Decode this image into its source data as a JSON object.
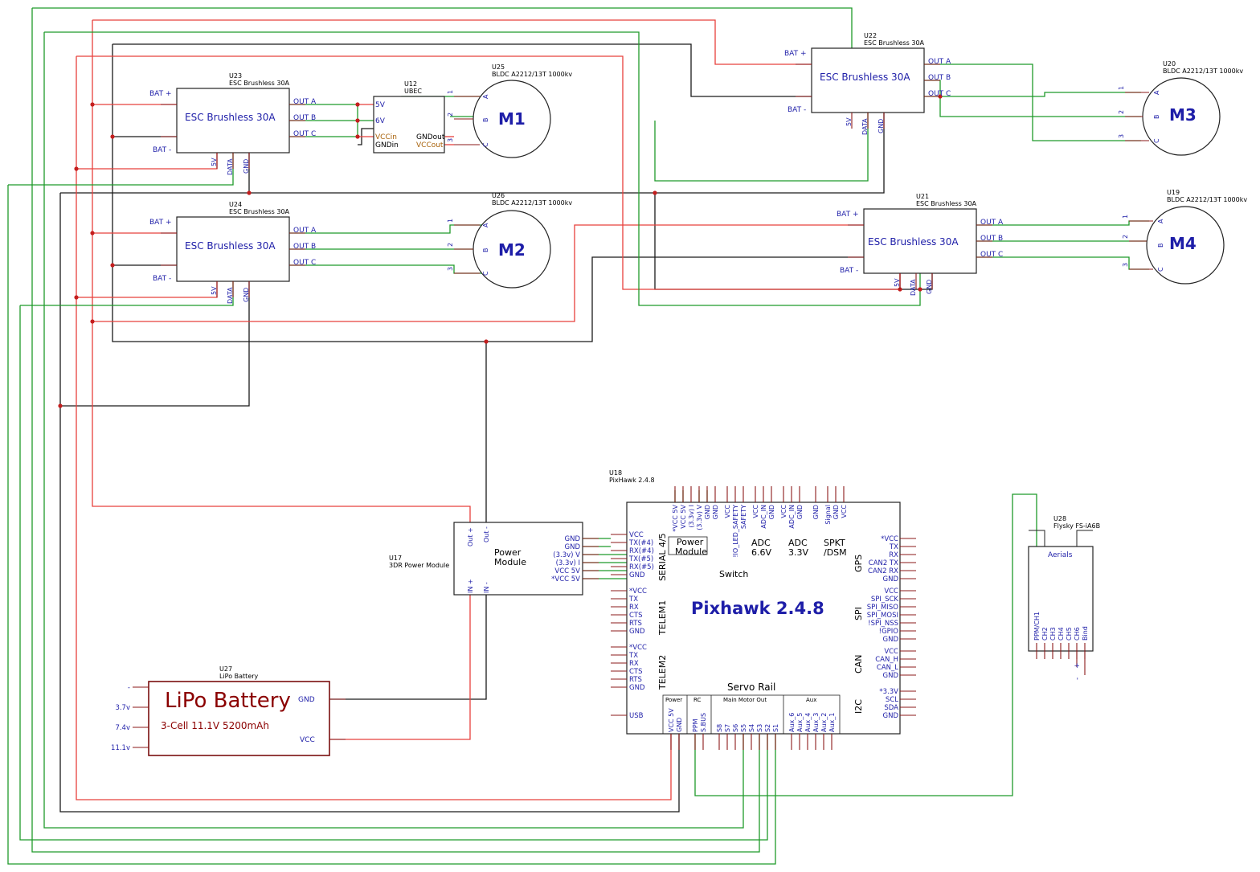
{
  "esc": {
    "u23": {
      "ref": "U23",
      "value": "ESC Brushless 30A",
      "label": "ESC Brushless 30A"
    },
    "u24": {
      "ref": "U24",
      "value": "ESC Brushless 30A",
      "label": "ESC Brushless 30A"
    },
    "u22": {
      "ref": "U22",
      "value": "ESC Brushless 30A",
      "label": "ESC Brushless 30A"
    },
    "u21": {
      "ref": "U21",
      "value": "ESC Brushless 30A",
      "label": "ESC Brushless 30A"
    },
    "pins": {
      "bat_plus": "BAT +",
      "bat_minus": "BAT -",
      "out_a": "OUT A",
      "out_b": "OUT B",
      "out_c": "OUT C",
      "v5": "5V",
      "data": "DATA",
      "gnd": "GND"
    }
  },
  "motors": {
    "u25": {
      "ref": "U25",
      "value": "BLDC A2212/13T 1000kv",
      "label": "M1"
    },
    "u26": {
      "ref": "U26",
      "value": "BLDC A2212/13T 1000kv",
      "label": "M2"
    },
    "u20": {
      "ref": "U20",
      "value": "BLDC A2212/13T 1000kv",
      "label": "M3"
    },
    "u19": {
      "ref": "U19",
      "value": "BLDC A2212/13T 1000kv",
      "label": "M4"
    },
    "pins": {
      "a": "A",
      "b": "B",
      "c": "C",
      "n1": "1",
      "n2": "2",
      "n3": "3"
    }
  },
  "ubec": {
    "ref": "U12",
    "value": "UBEC",
    "p5v": "5V",
    "p6v": "6V",
    "vccin": "VCCin",
    "gndin": "GNDin",
    "gndout": "GNDout",
    "vccout": "VCCout"
  },
  "power_module": {
    "ref": "U17",
    "value": "3DR Power Module",
    "title1": "Power",
    "title2": "Module",
    "out_plus": "Out +",
    "out_minus": "Out -",
    "in_plus": "IN +",
    "in_minus": "IN -",
    "right_pins": [
      "GND",
      "GND",
      "(3.3v) V",
      "(3.3v) I",
      "VCC 5V",
      "*VCC 5V"
    ]
  },
  "battery": {
    "ref": "U27",
    "value": "LiPo Battery",
    "title": "LiPo Battery",
    "spec": "3-Cell 11.1V 5200mAh",
    "left_pins": [
      "-",
      "3.7v",
      "7.4v",
      "11.1v"
    ],
    "gnd": "GND",
    "vcc": "VCC"
  },
  "pixhawk": {
    "ref": "U18",
    "value": "PixHawk 2.4.8",
    "title": "Pixhawk 2.4.8",
    "top_pins": [
      "*VCC 5V",
      "VCC 5V",
      "(3.3v) I",
      "(3.3v) V",
      "GND",
      "GND",
      "VCC",
      "!IO_LED_SAFETY",
      "SAFETY",
      "VCC",
      "ADC_IN",
      "GND",
      "VCC",
      "ADC_IN",
      "GND",
      "GND",
      "Signal",
      "GND",
      "VCC"
    ],
    "groups": {
      "power1": "Power",
      "power2": "Module",
      "switch": "Switch",
      "adc66_1": "ADC",
      "adc66_2": "6.6V",
      "adc33_1": "ADC",
      "adc33_2": "3.3V",
      "spkt1": "SPKT",
      "spkt2": "/DSM",
      "serial": "SERIAL 4/5",
      "telem1": "TELEM1",
      "telem2": "TELEM2",
      "gps": "GPS",
      "spi": "SPI",
      "can": "CAN",
      "i2c": "I2C",
      "servo_rail": "Servo Rail",
      "power": "Power",
      "rc": "RC",
      "main_out": "Main Motor Out",
      "aux": "Aux"
    },
    "serial_pins": [
      "VCC",
      "TX(#4)",
      "RX(#4)",
      "TX(#5)",
      "RX(#5)",
      "GND"
    ],
    "telem1_pins": [
      "*VCC",
      "TX",
      "RX",
      "CTS",
      "RTS",
      "GND"
    ],
    "telem2_pins": [
      "*VCC",
      "TX",
      "RX",
      "CTS",
      "RTS",
      "GND"
    ],
    "usb": "USB",
    "gps_pins": [
      "*VCC",
      "TX",
      "RX",
      "CAN2 TX",
      "CAN2 RX",
      "GND"
    ],
    "spi_pins": [
      "VCC",
      "SPI_SCK",
      "SPI_MISO",
      "SPI_MOSI",
      "!SPI_NSS",
      "!GPIO",
      "GND"
    ],
    "can_pins": [
      "VCC",
      "CAN_H",
      "CAN_L",
      "GND"
    ],
    "i2c_pins": [
      "*3.3V",
      "SCL",
      "SDA",
      "GND"
    ],
    "bottom_pins": [
      "VCC 5V",
      "GND",
      "PPM",
      "S.BUS",
      "S8",
      "S7",
      "S6",
      "S5",
      "S4",
      "S3",
      "S2",
      "S1",
      "Aux_6",
      "Aux_5",
      "Aux_4",
      "Aux_3",
      "Aux_2",
      "Aux_1"
    ]
  },
  "receiver": {
    "ref": "U28",
    "value": "Flysky FS-iA6B",
    "aerials": "Aerials",
    "pins": [
      "PPM/CH1",
      "CH2",
      "CH3",
      "CH4",
      "CH5",
      "CH6",
      "Bind"
    ],
    "minus": "-",
    "plus": "+"
  },
  "colors": {
    "red_wire": "#e8403c",
    "green_wire": "#1f9a2a",
    "black_wire": "#1a1a1a",
    "pin": "#8b1a1a",
    "symbol": "#7a0f0f",
    "junction": "#c41e1e",
    "blue_text": "#1e1ea8"
  }
}
